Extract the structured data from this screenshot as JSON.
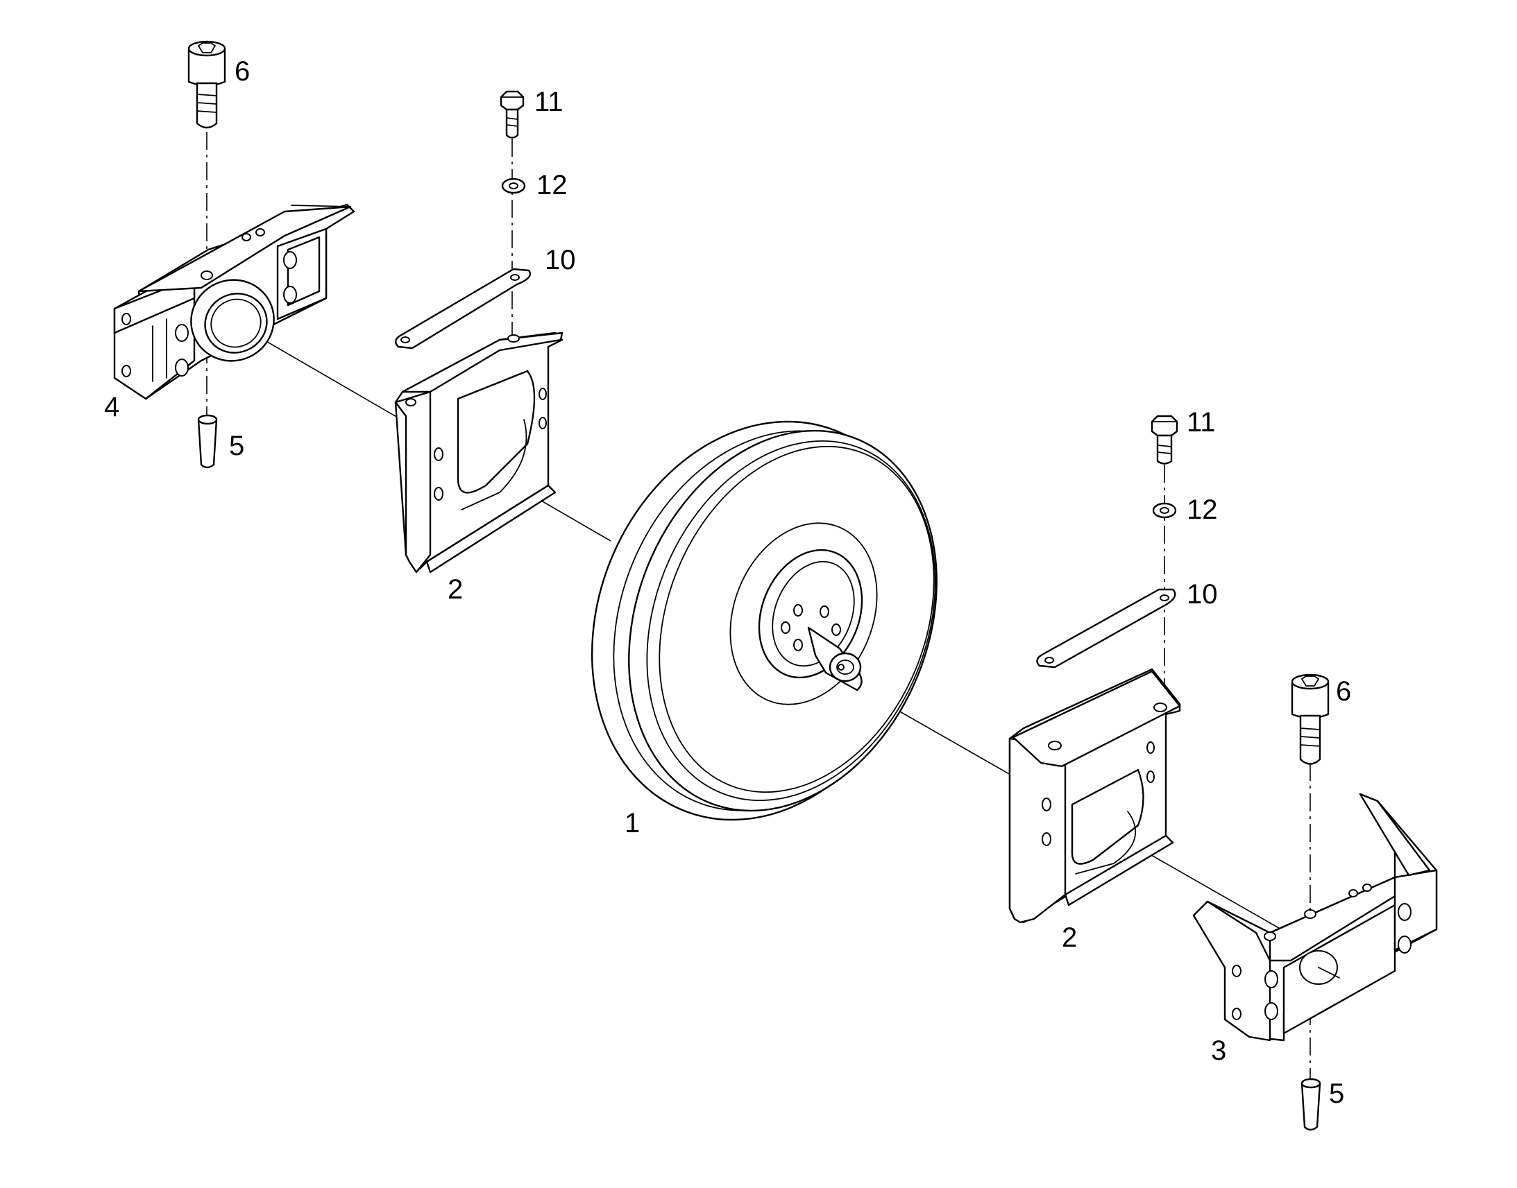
{
  "labels": {
    "idler_wheel": "1",
    "bracket_left": "2",
    "bracket_right": "2",
    "housing_right": "3",
    "housing_left": "4",
    "pin_left": "5",
    "pin_right": "5",
    "cap_screw_left": "6",
    "cap_screw_right": "6",
    "plate_left": "10",
    "plate_right": "10",
    "bolt_left": "11",
    "bolt_right": "11",
    "washer_left": "12",
    "washer_right": "12"
  }
}
